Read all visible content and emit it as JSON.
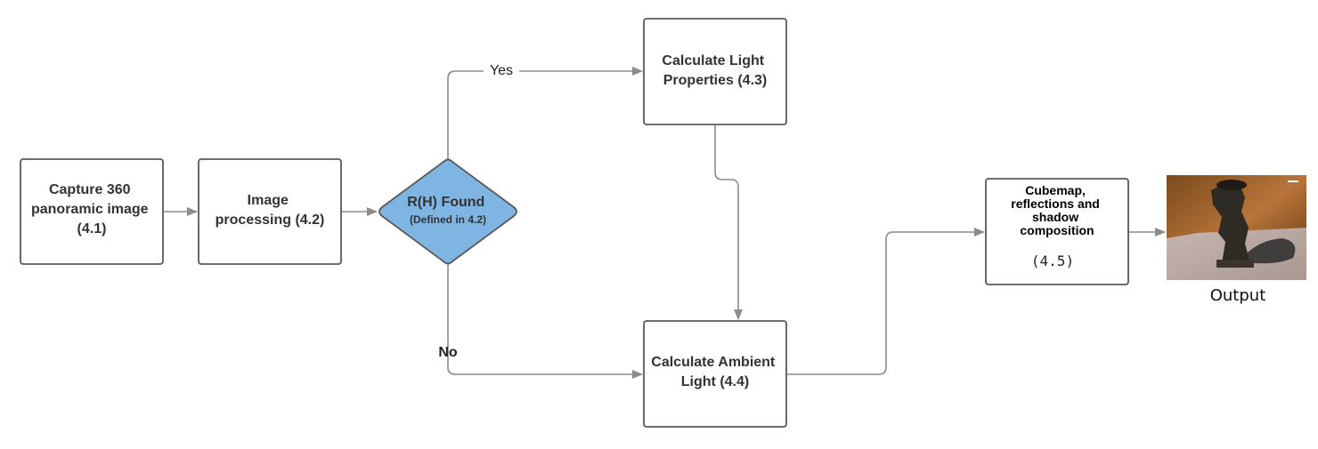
{
  "nodes": {
    "capture": {
      "lines": [
        "Capture 360",
        "panoramic image",
        "(4.1)"
      ]
    },
    "processing": {
      "lines": [
        "Image",
        "processing (4.2)"
      ]
    },
    "decision": {
      "lines": [
        "R(H) Found",
        "(Defined in 4.2)"
      ]
    },
    "light": {
      "lines": [
        "Calculate Light",
        "Properties (4.3)"
      ]
    },
    "ambient": {
      "lines": [
        "Calculate Ambient",
        "Light (4.4)"
      ]
    },
    "cubemap": {
      "lines": [
        "Cubemap,",
        "reflections and",
        "shadow",
        "composition"
      ],
      "ref": "(4.5)"
    }
  },
  "edges": {
    "yes_label": "Yes",
    "no_label": "No"
  },
  "output": {
    "label": "Output"
  },
  "colors": {
    "box_border": "#595959",
    "arrow": "#8c8c8c",
    "decision_fill": "#7eb5e2"
  }
}
